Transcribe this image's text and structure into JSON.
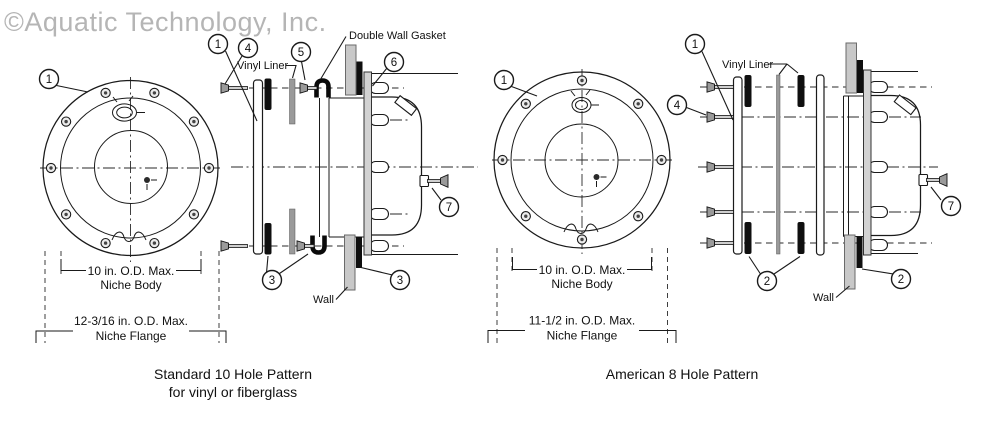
{
  "watermark": "©Aquatic Technology, Inc.",
  "left": {
    "caption1": "Standard 10 Hole Pattern",
    "caption2": "for vinyl or fiberglass",
    "dims": {
      "body1": "10 in. O.D. Max.",
      "body2": "Niche Body",
      "flange1": "12-3/16 in. O.D. Max.",
      "flange2": "Niche Flange"
    },
    "labels": {
      "vinyl_liner": "Vinyl Liner",
      "double_wall_gasket": "Double Wall Gasket",
      "wall": "Wall"
    },
    "callouts": {
      "front": "1",
      "ring": "1",
      "screw": "4",
      "bolt": "5",
      "lug": "6",
      "gasket_left": "3",
      "gasket_right": "3",
      "body_screw": "7"
    }
  },
  "right": {
    "caption1": "American 8 Hole Pattern",
    "dims": {
      "body1": "10 in. O.D. Max.",
      "body2": "Niche Body",
      "flange1": "11-1/2 in. O.D. Max.",
      "flange2": "Niche Flange"
    },
    "labels": {
      "vinyl_liner": "Vinyl Liner",
      "wall": "Wall"
    },
    "callouts": {
      "front": "1",
      "ring": "1",
      "screw": "4",
      "gasket_left": "2",
      "gasket_right": "2",
      "body_screw": "7"
    }
  }
}
